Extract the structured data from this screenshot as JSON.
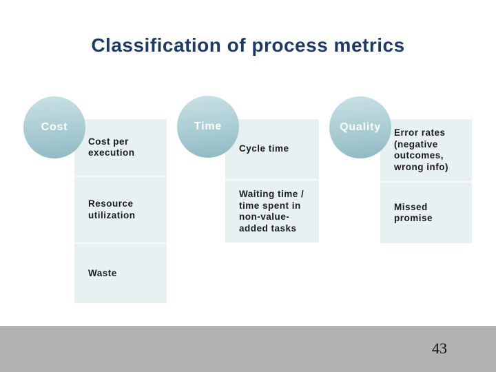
{
  "slide": {
    "title": "Classification of process metrics",
    "page_number": "43"
  },
  "columns": [
    {
      "label": "Cost",
      "items": [
        "Cost per execution",
        "Resource utilization",
        "Waste"
      ]
    },
    {
      "label": "Time",
      "items": [
        "Cycle time",
        "Waiting time / time spent in non-value-added tasks"
      ]
    },
    {
      "label": "Quality",
      "items": [
        "Error rates (negative outcomes, wrong info)",
        "Missed promise"
      ]
    }
  ],
  "colors": {
    "title_text": "#1e3a64",
    "circle_gradient_top": "#c6dfe3",
    "circle_gradient_bottom": "#8fb9c3",
    "circle_label_text": "#ffffff",
    "box_fill": "#e8f1f2",
    "cell_divider": "#f6fafa",
    "body_text": "#1b1b1b",
    "footer_bar": "#b2b2b2",
    "page_number_text": "#0d0d0d"
  }
}
